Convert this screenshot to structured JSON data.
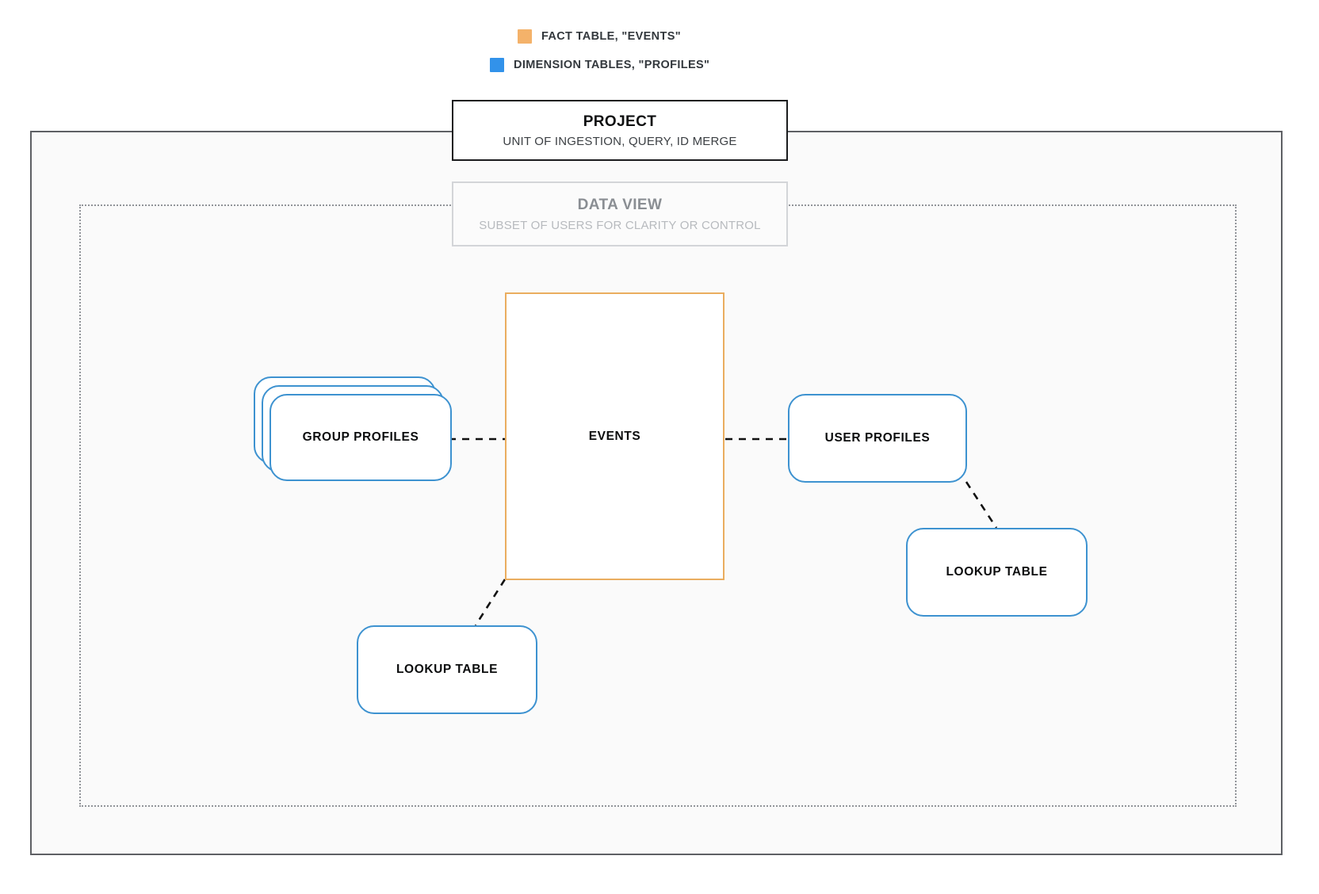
{
  "legend": {
    "items": [
      {
        "label": "FACT TABLE, \"EVENTS\"",
        "color": "#f4b26a",
        "icon": "square-swatch-icon"
      },
      {
        "label": "DIMENSION TABLES, \"PROFILES\"",
        "color": "#3292ea",
        "icon": "square-swatch-icon"
      }
    ]
  },
  "project": {
    "title": "PROJECT",
    "subtitle": "UNIT OF INGESTION, QUERY, ID MERGE"
  },
  "data_view": {
    "title": "DATA VIEW",
    "subtitle": "SUBSET OF USERS FOR CLARITY OR CONTROL"
  },
  "nodes": {
    "events": "EVENTS",
    "group_profiles": "GROUP PROFILES",
    "user_profiles": "USER PROFILES",
    "lookup_table_right": "LOOKUP TABLE",
    "lookup_table_left": "LOOKUP TABLE"
  },
  "colors": {
    "fact_border": "#eaad5f",
    "dimension_border": "#3d92d0",
    "project_border": "#1b1c1e",
    "dataview_border": "#d3d5d8",
    "container_border": "#5e6064",
    "inner_container_border": "#919499",
    "connector": "#111111",
    "canvas": "#ffffff",
    "container_fill": "#fafafa"
  },
  "connectors": [
    {
      "name": "group-profiles-to-events",
      "style": "dashed"
    },
    {
      "name": "events-to-user-profiles",
      "style": "dashed"
    },
    {
      "name": "user-profiles-to-lookup-right",
      "style": "dashed"
    },
    {
      "name": "events-to-lookup-left",
      "style": "dashed"
    }
  ]
}
